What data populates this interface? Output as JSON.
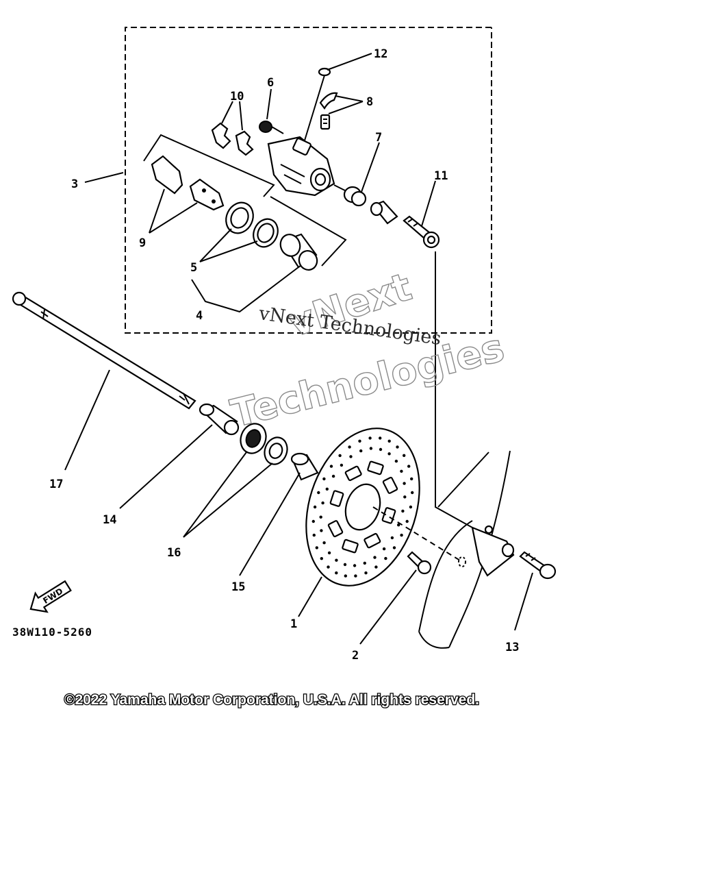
{
  "diagram": {
    "part_labels": [
      "1",
      "2",
      "3",
      "4",
      "5",
      "6",
      "7",
      "8",
      "9",
      "10",
      "11",
      "12",
      "13",
      "14",
      "15",
      "16",
      "17"
    ],
    "part_number_code": "38W110-5260",
    "fwd_marker": "FWD",
    "watermark_outline_line1": "vNext",
    "watermark_outline_line2": "Technologies",
    "watermark_text": "vNext Technologies",
    "copyright": "©2022 Yamaha Motor Corporation, U.S.A. All rights reserved."
  }
}
